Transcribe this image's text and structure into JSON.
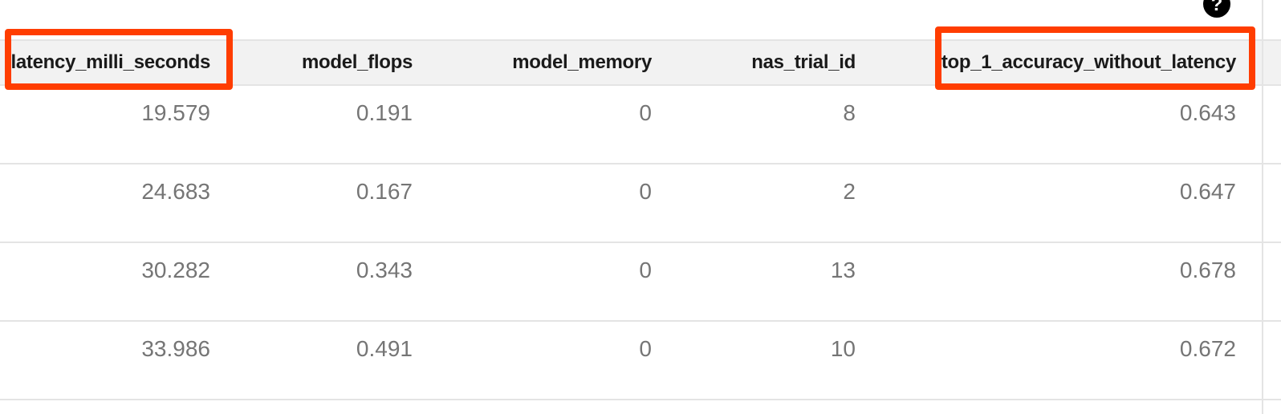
{
  "help": {
    "glyph": "?"
  },
  "table": {
    "columns": [
      {
        "label": "latency_milli_seconds",
        "highlighted": true
      },
      {
        "label": "model_flops",
        "highlighted": false
      },
      {
        "label": "model_memory",
        "highlighted": false
      },
      {
        "label": "nas_trial_id",
        "highlighted": false
      },
      {
        "label": "top_1_accuracy_without_latency",
        "highlighted": true
      }
    ],
    "rows": [
      [
        "19.579",
        "0.191",
        "0",
        "8",
        "0.643"
      ],
      [
        "24.683",
        "0.167",
        "0",
        "2",
        "0.647"
      ],
      [
        "30.282",
        "0.343",
        "0",
        "13",
        "0.678"
      ],
      [
        "33.986",
        "0.491",
        "0",
        "10",
        "0.672"
      ]
    ]
  },
  "annotations": {
    "highlighted_columns": [
      "latency_milli_seconds",
      "top_1_accuracy_without_latency"
    ]
  },
  "colors": {
    "highlight_box": "#FF3D00",
    "header_bg": "#F2F2F2",
    "divider": "#E4E4E4",
    "value_text": "#757575",
    "header_text": "#1A1A1A",
    "help_icon_bg": "#000000"
  }
}
